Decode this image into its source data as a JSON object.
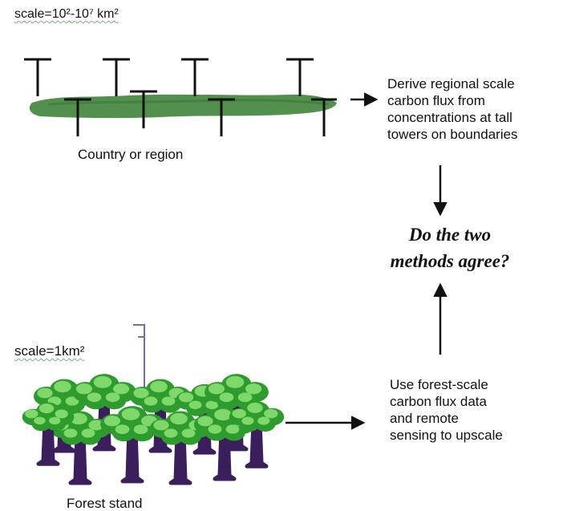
{
  "region": {
    "scale_label": "scale=10²-10⁷ km²",
    "caption": "Country or region"
  },
  "regional_method": {
    "lines": [
      "Derive regional scale",
      "carbon flux from",
      "concentrations at tall",
      "towers on boundaries"
    ]
  },
  "question": {
    "lines": [
      "Do the two",
      "methods agree?"
    ]
  },
  "forest": {
    "scale_label": "scale=1km²",
    "caption": "Forest stand"
  },
  "forest_method": {
    "lines": [
      "Use forest-scale",
      "carbon flux data",
      "and remote",
      "sensing to upscale"
    ]
  },
  "colors": {
    "land": "#4a8a45",
    "canopy": "#2e9b2e",
    "canopy_light": "#7fd96a",
    "trunk": "#3a1f5c",
    "tower": "#111111",
    "arrow": "#111111"
  },
  "icons": [
    "tall-tower-icon",
    "forest-tree-icon",
    "flux-tower-icon",
    "arrow-icon"
  ]
}
